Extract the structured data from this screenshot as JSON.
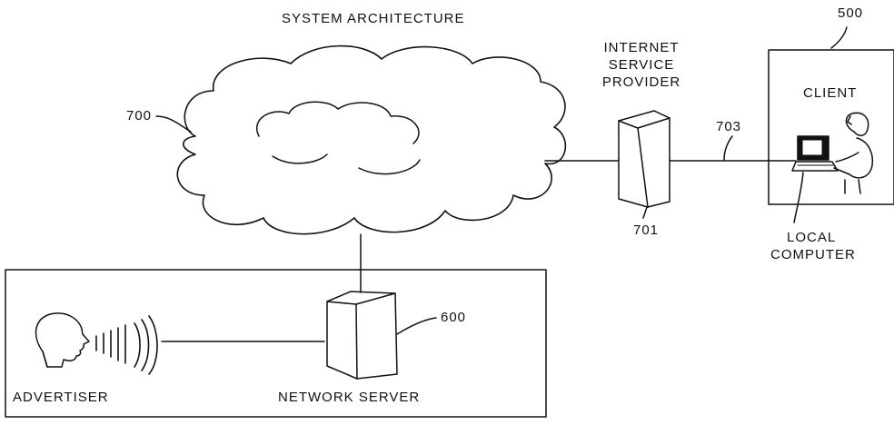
{
  "title": "SYSTEM ARCHITECTURE",
  "labels": {
    "ref_500": "500",
    "ref_700": "700",
    "ref_701": "701",
    "ref_703": "703",
    "ref_600": "600",
    "client": "CLIENT",
    "isp_line1": "INTERNET",
    "isp_line2": "SERVICE",
    "isp_line3": "PROVIDER",
    "local_line1": "LOCAL",
    "local_line2": "COMPUTER",
    "advertiser": "ADVERTISER",
    "network_server": "NETWORK SERVER"
  },
  "colors": {
    "ink": "#111111",
    "background": "#ffffff"
  }
}
